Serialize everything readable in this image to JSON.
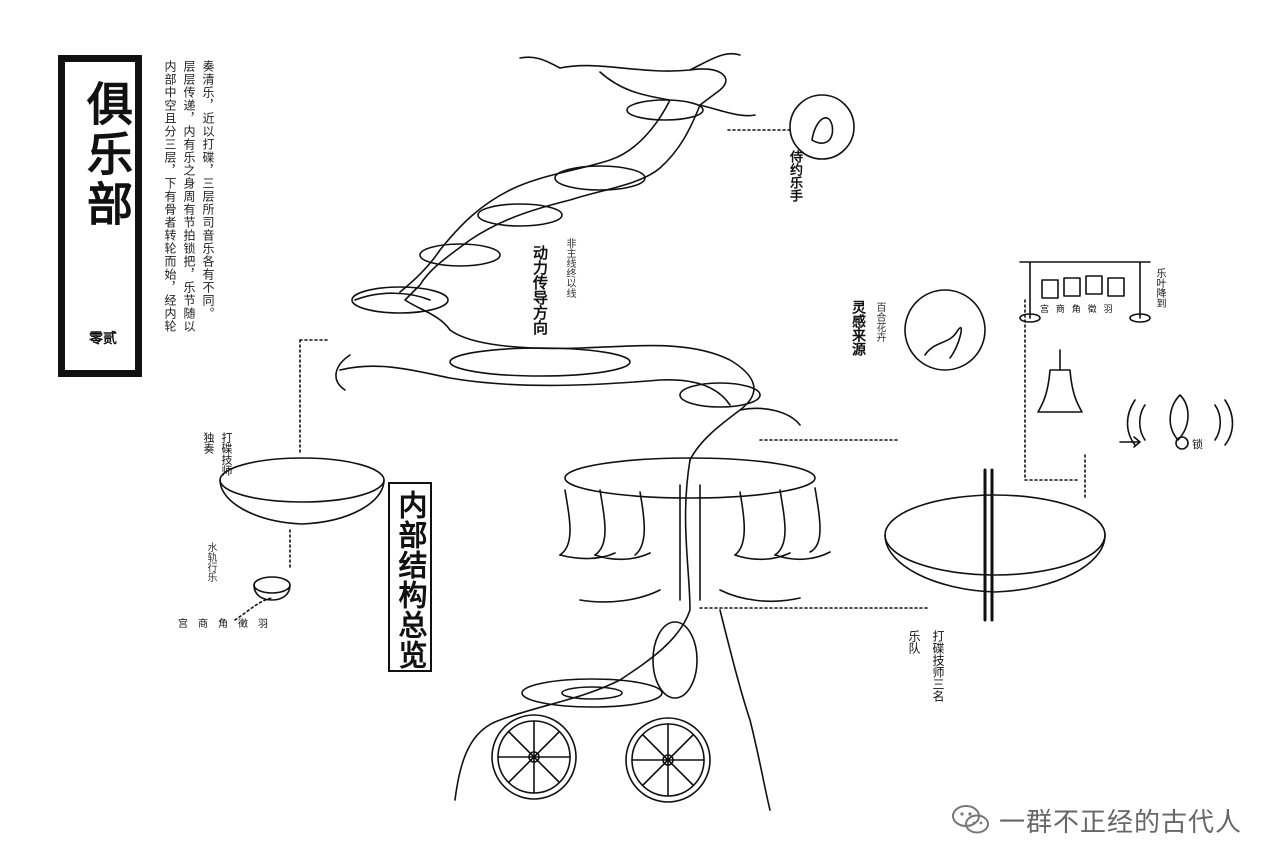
{
  "title": "俱乐部",
  "page_number": "零贰",
  "intro_columns": [
    "奏清乐，近以打碟，三层所司音乐各有不同。",
    "层层传递，内有乐之身周有节拍锁把，乐节随以",
    "内部中空且分三层，下有骨者转轮而始，经内轮"
  ],
  "overview_label": "内部结构总览",
  "labels": {
    "waiter": "侍约乐手",
    "power": "动力传导方向",
    "power_sub": "非主线终以线",
    "inspiration": "灵感来源",
    "inspiration_sub": "百合花卉",
    "solo": "独奏",
    "dj_solo": "打碟技师",
    "note_left": "水轨行乐",
    "scale_left": [
      "宫",
      "商",
      "角",
      "徵",
      "羽"
    ],
    "band": "乐队",
    "dj_band": "打碟技师三名",
    "chime_note": "乐叶降到",
    "chime_scale": "宫 商 角 徵 羽",
    "bell_note": "锁"
  },
  "watermark": "一群不正经的古代人",
  "colors": {
    "ink": "#111111",
    "paper": "#ffffff",
    "watermark": "#666666"
  }
}
